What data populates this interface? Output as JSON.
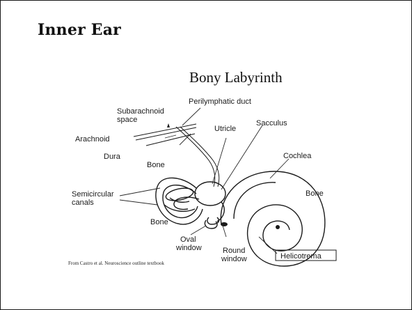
{
  "slide": {
    "title": "Inner Ear",
    "diagram_title": "Bony Labyrinth",
    "credit": "From Castro et al. Neuroscience outline textbook"
  },
  "labels": {
    "perilymphatic_duct": "Perilymphatic duct",
    "subarachnoid_line1": "Subarachnoid",
    "subarachnoid_line2": "space",
    "arachnoid": "Arachnoid",
    "dura": "Dura",
    "bone_upper": "Bone",
    "utricle": "Utricle",
    "sacculus": "Sacculus",
    "cochlea": "Cochlea",
    "bone_right": "Bone",
    "semicircular_line1": "Semicircular",
    "semicircular_line2": "canals",
    "bone_lower": "Bone",
    "oval_line1": "Oval",
    "oval_line2": "window",
    "round_line1": "Round",
    "round_line2": "window",
    "helicotrema": "Helicotrema"
  },
  "colors": {
    "line": "#1a1a1a",
    "background": "#ffffff"
  }
}
